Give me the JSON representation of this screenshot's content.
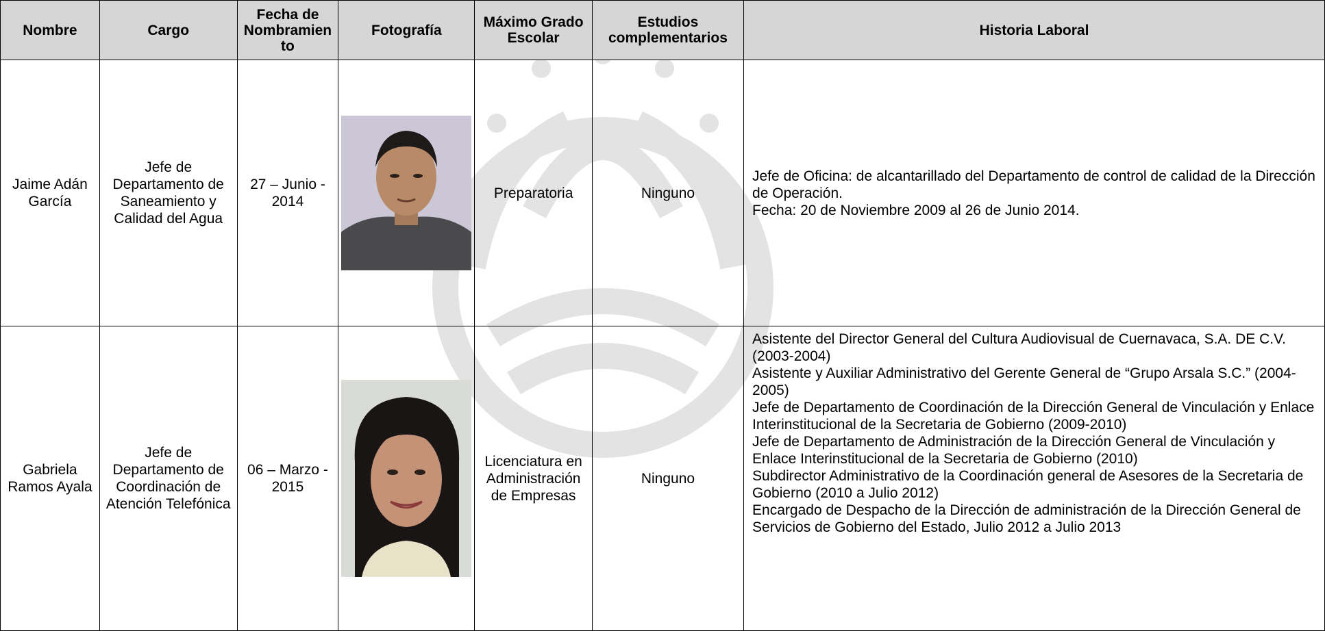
{
  "headers": {
    "nombre": "Nombre",
    "cargo": "Cargo",
    "fecha": "Fecha de Nombramien to",
    "fotografia": "Fotografía",
    "grado": "Máximo Grado Escolar",
    "estudios": "Estudios complementarios",
    "historia": "Historia Laboral"
  },
  "rows": [
    {
      "nombre": "Jaime Adán García",
      "cargo": "Jefe de Departamento de Saneamiento y Calidad del Agua",
      "fecha": "27 – Junio - 2014",
      "grado": "Preparatoria",
      "estudios": "Ninguno",
      "historia": [
        "Jefe de Oficina: de alcantarillado del Departamento de control de calidad de la Dirección de Operación.",
        "Fecha: 20 de Noviembre 2009 al 26 de Junio 2014."
      ]
    },
    {
      "nombre": "Gabriela Ramos Ayala",
      "cargo": "Jefe de Departamento de Coordinación de Atención Telefónica",
      "fecha": "06 – Marzo - 2015",
      "grado": "Licenciatura en Administración de Empresas",
      "estudios": "Ninguno",
      "historia": [
        "Asistente del Director General del Cultura Audiovisual de Cuernavaca, S.A. DE C.V. (2003-2004)",
        "Asistente y Auxiliar Administrativo del Gerente General de “Grupo Arsala S.C.” (2004-2005)",
        "Jefe de Departamento  de Coordinación de la Dirección General de Vinculación y Enlace  Interinstitucional de la Secretaria de Gobierno (2009-2010)",
        "Jefe de Departamento de Administración de la Dirección General de Vinculación y Enlace Interinstitucional de la Secretaria de Gobierno (2010)",
        "Subdirector Administrativo de la Coordinación general de Asesores de la Secretaria de Gobierno (2010 a Julio 2012)",
        "Encargado de Despacho de la Dirección de administración de la Dirección General de Servicios de Gobierno del Estado, Julio 2012 a Julio 2013"
      ]
    }
  ]
}
